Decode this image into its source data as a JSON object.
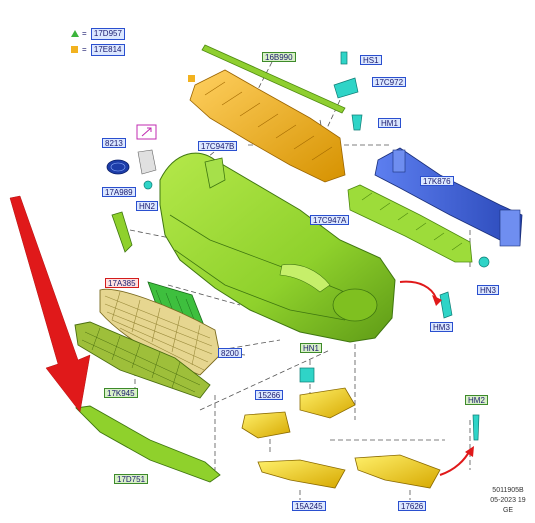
{
  "legend": [
    {
      "marker": "green-triangle",
      "code": "17D957"
    },
    {
      "marker": "orange-square",
      "code": "17E814"
    }
  ],
  "labels": {
    "hs1": "HS1",
    "b16b990": "16B990",
    "c17c972": "17C972",
    "hm1": "HM1",
    "c8213": "8213",
    "c17c947b": "17C947B",
    "c17a989": "17A989",
    "hn2": "HN2",
    "c17k876": "17K876",
    "c17c947a": "17C947A",
    "c17a385": "17A385",
    "hn3": "HN3",
    "hm3": "HM3",
    "c8200": "8200",
    "hn1": "HN1",
    "c17k945": "17K945",
    "c15266": "15266",
    "hm2": "HM2",
    "c17d751": "17D751",
    "c15a245": "15A245",
    "c17626": "17626"
  },
  "footer": {
    "ref": "5011905B",
    "date": "05-2023 19",
    "region": "GE"
  },
  "colors": {
    "bumper": "#8fd12c",
    "bumper_dark": "#5e9a16",
    "absorber": "#f2b21f",
    "beam": "#3d5fd6",
    "grille": "#d9c97a",
    "lower_grille": "#7fa322",
    "corner": "#f5d020",
    "clip": "#2fd4c7",
    "arrow": "#e0191a"
  }
}
